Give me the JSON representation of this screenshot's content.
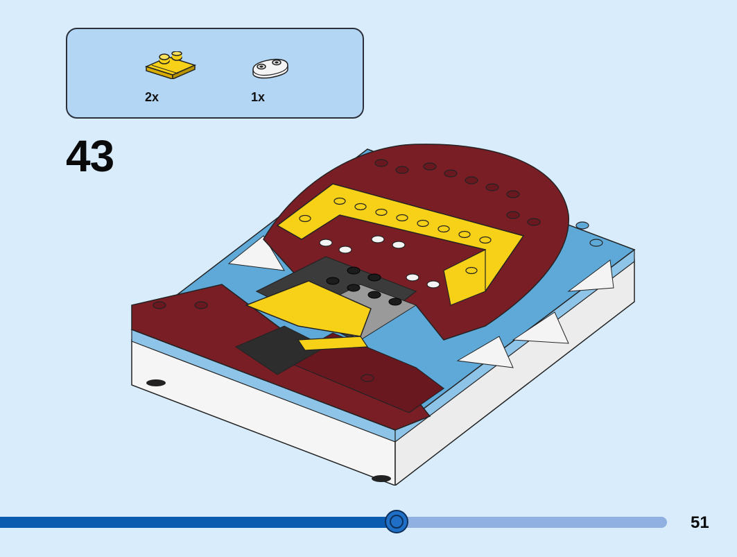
{
  "parts": [
    {
      "name": "yellow-jumper-plate",
      "qty": "2x",
      "color": "#f7d117"
    },
    {
      "name": "white-oval-plate",
      "qty": "1x",
      "color": "#f4f4f4"
    }
  ],
  "step_number": "43",
  "page_number": "51",
  "progress_fraction": 0.595,
  "colors": {
    "background": "#d8ecfb",
    "parts_box": "#b3d6f5",
    "dark_red": "#7a1e26",
    "yellow": "#f7d117",
    "medium_blue": "#5ea9d8",
    "dark_grey": "#3b3b3b",
    "progress_fill": "#0b5cb0",
    "progress_track": "#8fb0e0"
  }
}
